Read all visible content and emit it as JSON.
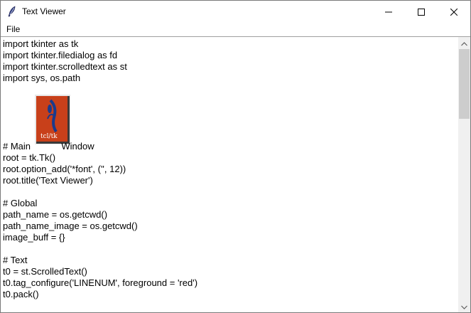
{
  "window": {
    "title": "Text Viewer"
  },
  "menu": {
    "items": [
      {
        "label": "File"
      }
    ]
  },
  "editor": {
    "lines": [
      "import tkinter as tk",
      "import tkinter.filedialog as fd",
      "import tkinter.scrolledtext as st",
      "import sys, os.path",
      "",
      "",
      "",
      "",
      "",
      "# Main            Window",
      "root = tk.Tk()",
      "root.option_add('*font', ('', 12))",
      "root.title('Text Viewer')",
      "",
      "# Global",
      "path_name = os.getcwd()",
      "path_name_image = os.getcwd()",
      "image_buff = {}",
      "",
      "# Text",
      "t0 = st.ScrolledText()",
      "t0.tag_configure('LINENUM', foreground = 'red')",
      "t0.pack()"
    ],
    "embedded_image": {
      "label": "tcl/tk",
      "colors": {
        "background": "#c8401a",
        "feather": "#1a3a8c"
      }
    }
  },
  "colors": {
    "title_bar": "#ffffff",
    "scrollbar_track": "#f0f0f0",
    "scrollbar_thumb": "#cdcdcd"
  },
  "icons": {
    "title": "feather-icon",
    "minimize": "minimize-icon",
    "maximize": "maximize-icon",
    "close": "close-icon"
  }
}
